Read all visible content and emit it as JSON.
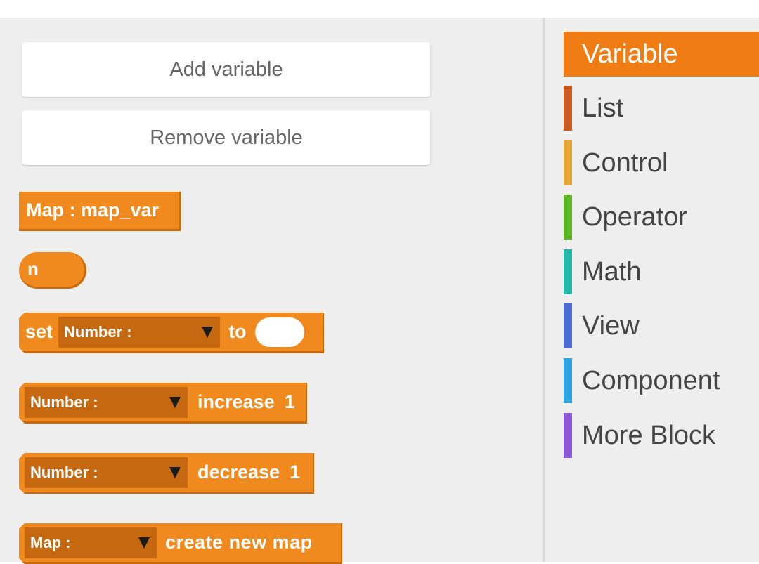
{
  "palette": {
    "add_variable": "Add variable",
    "remove_variable": "Remove variable",
    "map_block": "Map : map_var",
    "n_block": "n",
    "set_block": {
      "set": "set",
      "dropdown": "Number :",
      "to": "to"
    },
    "increase_block": {
      "dropdown": "Number :",
      "text": "increase",
      "value": "1"
    },
    "decrease_block": {
      "dropdown": "Number :",
      "text": "decrease",
      "value": "1"
    },
    "create_map_block": {
      "dropdown": "Map :",
      "text": "create new map"
    }
  },
  "categories": {
    "selected": "Variable",
    "items": [
      {
        "label": "Variable",
        "color": "#ef7d13"
      },
      {
        "label": "List",
        "color": "#cc5b22"
      },
      {
        "label": "Control",
        "color": "#e5a633"
      },
      {
        "label": "Operator",
        "color": "#5cb722"
      },
      {
        "label": "Math",
        "color": "#23b9a9"
      },
      {
        "label": "View",
        "color": "#4a6cd4"
      },
      {
        "label": "Component",
        "color": "#2ca5e2"
      },
      {
        "label": "More Block",
        "color": "#8a55d7"
      }
    ]
  },
  "colors": {
    "block": "#f08a1e",
    "block_dark": "#c5680f"
  }
}
